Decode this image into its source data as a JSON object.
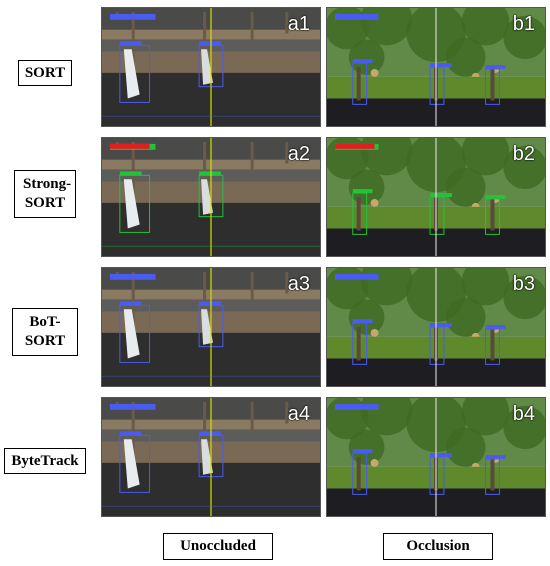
{
  "rows": [
    {
      "label": "SORT"
    },
    {
      "label": "Strong-SORT"
    },
    {
      "label": "BoT-SORT"
    },
    {
      "label": "ByteTrack"
    }
  ],
  "columns": [
    {
      "label": "Unoccluded"
    },
    {
      "label": "Occlusion"
    }
  ],
  "panels": [
    {
      "id": "a1",
      "scene": "orchard-unoccluded",
      "tracker": "SORT",
      "overlay_color": "#4a5cf0"
    },
    {
      "id": "b1",
      "scene": "orchard-occlusion",
      "tracker": "SORT",
      "overlay_color": "#4a5cf0"
    },
    {
      "id": "a2",
      "scene": "orchard-unoccluded",
      "tracker": "Strong-SORT",
      "overlay_color": "#22c33a"
    },
    {
      "id": "b2",
      "scene": "orchard-occlusion",
      "tracker": "Strong-SORT",
      "overlay_color": "#22c33a"
    },
    {
      "id": "a3",
      "scene": "orchard-unoccluded",
      "tracker": "BoT-SORT",
      "overlay_color": "#4a5cf0"
    },
    {
      "id": "b3",
      "scene": "orchard-occlusion",
      "tracker": "BoT-SORT",
      "overlay_color": "#4a5cf0"
    },
    {
      "id": "a4",
      "scene": "orchard-unoccluded",
      "tracker": "ByteTrack",
      "overlay_color": "#4a5cf0"
    },
    {
      "id": "b4",
      "scene": "orchard-occlusion",
      "tracker": "ByteTrack",
      "overlay_color": "#4a5cf0"
    }
  ],
  "colors": {
    "ground_dark": "#3c3c3c",
    "soil": "#7a6a55",
    "canopy": "#4f7a2a",
    "sky": "#c9dce8",
    "counting_line": "#d8e000",
    "count_text_red": "#e02020"
  }
}
